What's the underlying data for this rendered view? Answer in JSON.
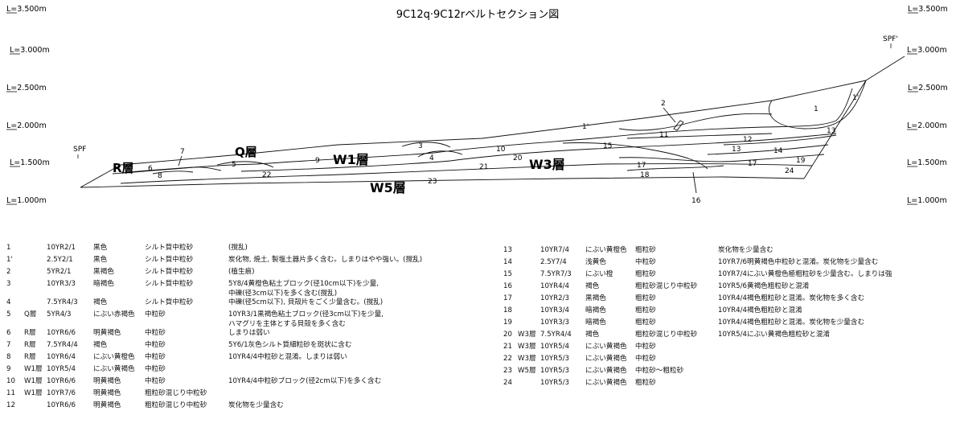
{
  "title": "9C12q·9C12rベルトセクション図",
  "levels_left": [
    "L=3.500m",
    "L=3.000m",
    "L=2.500m",
    "L=2.000m",
    "L=1.500m",
    "L=1.000m"
  ],
  "levels_right": [
    "L=3.500m",
    "L=3.000m",
    "L=2.500m",
    "L=2.000m",
    "L=1.500m",
    "L=1.000m"
  ],
  "spf_left": "SPF",
  "spf_right": "SPF'",
  "layer_names": {
    "r": "R層",
    "q": "Q層",
    "w1": "W1層",
    "w3": "W3層",
    "w5": "W5層"
  },
  "section_numbers": {
    "n1": "1",
    "n1p": "1'",
    "n1p_top": "1'",
    "n2": "2",
    "n3": "3",
    "n4": "4",
    "n5": "5",
    "n6": "6",
    "n7": "7",
    "n8": "8",
    "n9": "9",
    "n10": "10",
    "n11": "11",
    "n12": "12",
    "n13": "13",
    "n13b": "13",
    "n14": "14",
    "n15": "15",
    "n16": "16",
    "n17": "17",
    "n17b": "17",
    "n18": "18",
    "n19": "19",
    "n20": "20",
    "n21": "21",
    "n22": "22",
    "n23": "23",
    "n24": "24"
  },
  "legend_left": [
    {
      "no": "1",
      "layer": "",
      "color_code": "10YR2/1",
      "color": "黒色",
      "soil": "シルト質中粒砂",
      "note": "(撹乱)"
    },
    {
      "no": "1'",
      "layer": "",
      "color_code": "2.5Y2/1",
      "color": "黒色",
      "soil": "シルト質中粒砂",
      "note": "炭化物, 焼土, 製塩土器片多く含む。しまりはやや強い。(撹乱)"
    },
    {
      "no": "2",
      "layer": "",
      "color_code": "5YR2/1",
      "color": "黒褐色",
      "soil": "シルト質中粒砂",
      "note": "(植生痕)"
    },
    {
      "no": "3",
      "layer": "",
      "color_code": "10YR3/3",
      "color": "暗褐色",
      "soil": "シルト質中粒砂",
      "note": "5Y8/4黄橙色粘土ブロック(径10cm以下)を少量,\n中礫(径3cm以下)を多く含む(撹乱)"
    },
    {
      "no": "4",
      "layer": "",
      "color_code": "7.5YR4/3",
      "color": "褐色",
      "soil": "シルト質中粒砂",
      "note": "中礫(径5cm以下), 貝殻片をごく少量含む。(撹乱)"
    },
    {
      "no": "5",
      "layer": "Q層",
      "color_code": "5YR4/3",
      "color": "にぶい赤褐色",
      "soil": "中粒砂",
      "note": "10YR3/1黒褐色粘土ブロック(径3cm以下)を少量,\nハマグリを主体とする貝殻を多く含む"
    },
    {
      "no": "6",
      "layer": "R層",
      "color_code": "10YR6/6",
      "color": "明黄褐色",
      "soil": "中粒砂",
      "note": "しまりは弱い"
    },
    {
      "no": "7",
      "layer": "R層",
      "color_code": "7.5YR4/4",
      "color": "褐色",
      "soil": "中粒砂",
      "note": "5Y6/1灰色シルト質細粒砂を斑状に含む"
    },
    {
      "no": "8",
      "layer": "R層",
      "color_code": "10YR6/4",
      "color": "にぶい黄橙色",
      "soil": "中粒砂",
      "note": "10YR4/4中粒砂と混淆。しまりは弱い"
    },
    {
      "no": "9",
      "layer": "W1層",
      "color_code": "10YR5/4",
      "color": "にぶい黄褐色",
      "soil": "中粒砂",
      "note": ""
    },
    {
      "no": "10",
      "layer": "W1層",
      "color_code": "10YR6/6",
      "color": "明黄褐色",
      "soil": "中粒砂",
      "note": "10YR4/4中粒砂ブロック(径2cm以下)を多く含む"
    },
    {
      "no": "11",
      "layer": "W1層",
      "color_code": "10YR7/6",
      "color": "明黄褐色",
      "soil": "粗粒砂混じり中粒砂",
      "note": ""
    },
    {
      "no": "12",
      "layer": "",
      "color_code": "10YR6/6",
      "color": "明黄褐色",
      "soil": "粗粒砂混じり中粒砂",
      "note": "炭化物を少量含む"
    }
  ],
  "legend_right": [
    {
      "no": "13",
      "layer": "",
      "color_code": "10YR7/4",
      "color": "にぶい黄橙色",
      "soil": "粗粒砂",
      "note": "炭化物を少量含む"
    },
    {
      "no": "14",
      "layer": "",
      "color_code": "2.5Y7/4",
      "color": "浅黄色",
      "soil": "中粒砂",
      "note": "10YR7/6明黄褐色中粒砂と混淆。炭化物を少量含む"
    },
    {
      "no": "15",
      "layer": "",
      "color_code": "7.5YR7/3",
      "color": "にぶい橙",
      "soil": "粗粒砂",
      "note": "10YR7/4にぶい黄橙色極粗粒砂を少量含む。しまりは強"
    },
    {
      "no": "16",
      "layer": "",
      "color_code": "10YR4/4",
      "color": "褐色",
      "soil": "粗粒砂混じり中粒砂",
      "note": "10YR5/6黄褐色粗粒砂と混淆"
    },
    {
      "no": "17",
      "layer": "",
      "color_code": "10YR2/3",
      "color": "黒褐色",
      "soil": "粗粒砂",
      "note": "10YR4/4褐色粗粒砂と混淆。炭化物を多く含む"
    },
    {
      "no": "18",
      "layer": "",
      "color_code": "10YR3/4",
      "color": "暗褐色",
      "soil": "粗粒砂",
      "note": "10YR4/4褐色粗粒砂と混淆"
    },
    {
      "no": "19",
      "layer": "",
      "color_code": "10YR3/3",
      "color": "暗褐色",
      "soil": "粗粒砂",
      "note": "10YR4/4褐色粗粒砂と混淆。炭化物を少量含む"
    },
    {
      "no": "20",
      "layer": "W3層",
      "color_code": "7.5YR4/4",
      "color": "褐色",
      "soil": "粗粒砂混じり中粒砂",
      "note": "10YR5/4にぶい黄褐色粗粒砂と混淆"
    },
    {
      "no": "21",
      "layer": "W3層",
      "color_code": "10YR5/4",
      "color": "にぶい黄褐色",
      "soil": "中粒砂",
      "note": ""
    },
    {
      "no": "22",
      "layer": "W3層",
      "color_code": "10YR5/3",
      "color": "にぶい黄褐色",
      "soil": "中粒砂",
      "note": ""
    },
    {
      "no": "23",
      "layer": "W5層",
      "color_code": "10YR5/3",
      "color": "にぶい黄褐色",
      "soil": "中粒砂〜粗粒砂",
      "note": ""
    },
    {
      "no": "24",
      "layer": "",
      "color_code": "10YR5/3",
      "color": "にぶい黄褐色",
      "soil": "粗粒砂",
      "note": ""
    }
  ]
}
